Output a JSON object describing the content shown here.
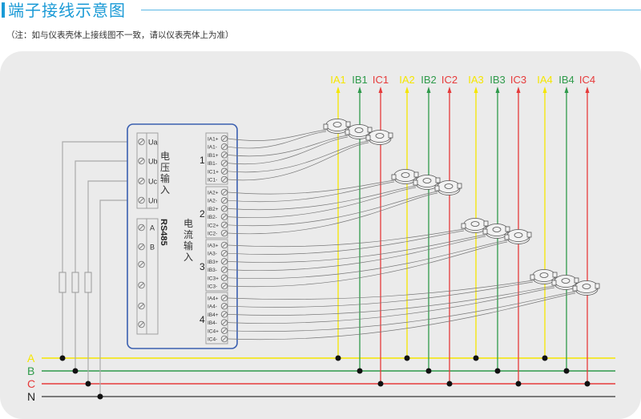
{
  "header": {
    "title": "端子接线示意图",
    "note": "（注：如与仪表壳体上接线图不一致，请以仪表壳体上为准）"
  },
  "colors": {
    "accent": "#1a9ad6",
    "phase_a": "#f5e600",
    "phase_b": "#2e9a4a",
    "phase_c": "#e63a3a",
    "neutral": "#555555",
    "device_border": "#3a5fb0"
  },
  "voltage_terminals": {
    "labels": [
      "Ua",
      "Ub",
      "Uc",
      "Un"
    ],
    "group_label": [
      "电",
      "压",
      "输",
      "入"
    ]
  },
  "rs485": {
    "title": "RS485",
    "labels": [
      "A",
      "B"
    ]
  },
  "current_input": {
    "group_label": [
      "电",
      "流",
      "输",
      "入"
    ],
    "groups": [
      {
        "number": "1",
        "terminals": [
          "IA1+",
          "IA1-",
          "IB1+",
          "IB1-",
          "IC1+",
          "IC1-"
        ]
      },
      {
        "number": "2",
        "terminals": [
          "IA2+",
          "IA2-",
          "IB2+",
          "IB2-",
          "IC2+",
          "IC2-"
        ]
      },
      {
        "number": "3",
        "terminals": [
          "IA3+",
          "IA3-",
          "IB3+",
          "IB3-",
          "IC3+",
          "IC3-"
        ]
      },
      {
        "number": "4",
        "terminals": [
          "IA4+",
          "IA4-",
          "IB4+",
          "IB4-",
          "IC4+",
          "IC4-"
        ]
      }
    ]
  },
  "ct_labels": [
    "IA1",
    "IB1",
    "IC1",
    "IA2",
    "IB2",
    "IC2",
    "IA3",
    "IB3",
    "IC3",
    "IA4",
    "IB4",
    "IC4"
  ],
  "bus_labels": [
    "A",
    "B",
    "C",
    "N"
  ]
}
